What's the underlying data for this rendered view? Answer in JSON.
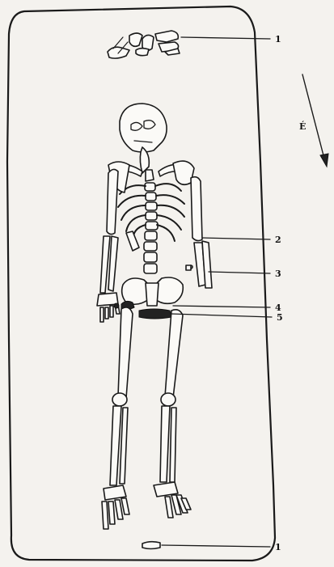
{
  "figure": {
    "compass_label": "É",
    "callouts": [
      {
        "id": "c1a",
        "label": "1"
      },
      {
        "id": "c2",
        "label": "2"
      },
      {
        "id": "c3",
        "label": "3"
      },
      {
        "id": "c4",
        "label": "4"
      },
      {
        "id": "c5",
        "label": "5"
      },
      {
        "id": "c1b",
        "label": "1"
      }
    ]
  }
}
